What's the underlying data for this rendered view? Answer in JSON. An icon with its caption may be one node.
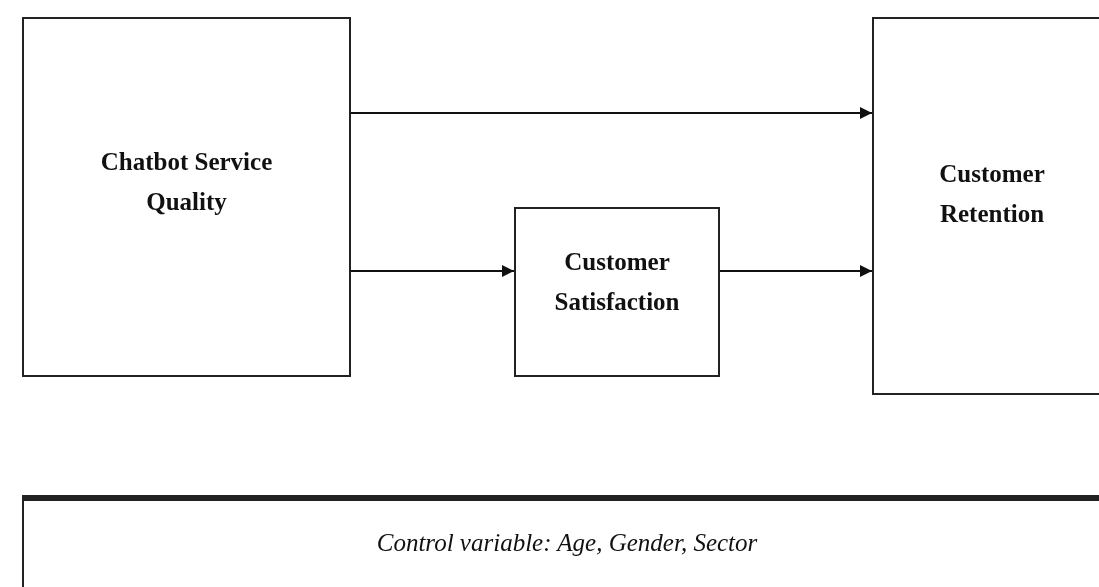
{
  "diagram": {
    "nodes": [
      {
        "text": [
          "Chatbot Service Quality"
        ]
      },
      {
        "text": [
          "Customer Satisfaction"
        ]
      },
      {
        "text": [
          "Customer Retention"
        ]
      },
      {
        "text": [
          "Control variable: Age, Gender, Sector"
        ]
      }
    ],
    "edges": [
      {
        "from": 0,
        "to": 2,
        "arrow": "to"
      },
      {
        "from": 0,
        "to": 1,
        "arrow": "to"
      },
      {
        "from": 1,
        "to": 2,
        "arrow": "to"
      }
    ]
  }
}
